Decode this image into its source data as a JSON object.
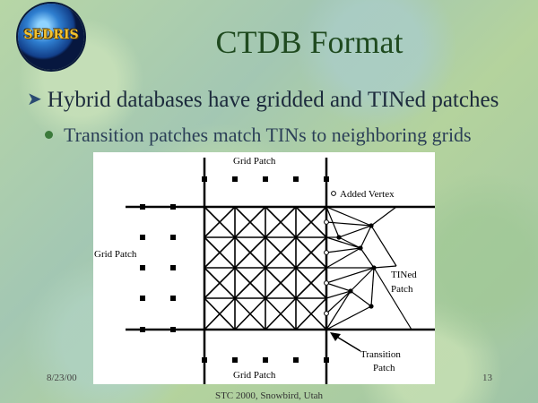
{
  "slide": {
    "title": "CTDB Format",
    "logo_text": "SEDRIS",
    "bullets": [
      "Hybrid databases have gridded and TINed patches",
      "Transition patches match TINs to neighboring grids"
    ],
    "footer": {
      "date": "8/23/00",
      "page": "13",
      "conference": "STC 2000, Snowbird, Utah"
    }
  },
  "diagram": {
    "labels": {
      "grid_patch_top": "Grid Patch",
      "grid_patch_left": "Grid Patch",
      "grid_patch_bottom": "Grid Patch",
      "added_vertex": "Added Vertex",
      "tined_line1": "TINed",
      "tined_line2": "Patch",
      "transition_line1": "Transition",
      "transition_line2": "Patch"
    }
  }
}
